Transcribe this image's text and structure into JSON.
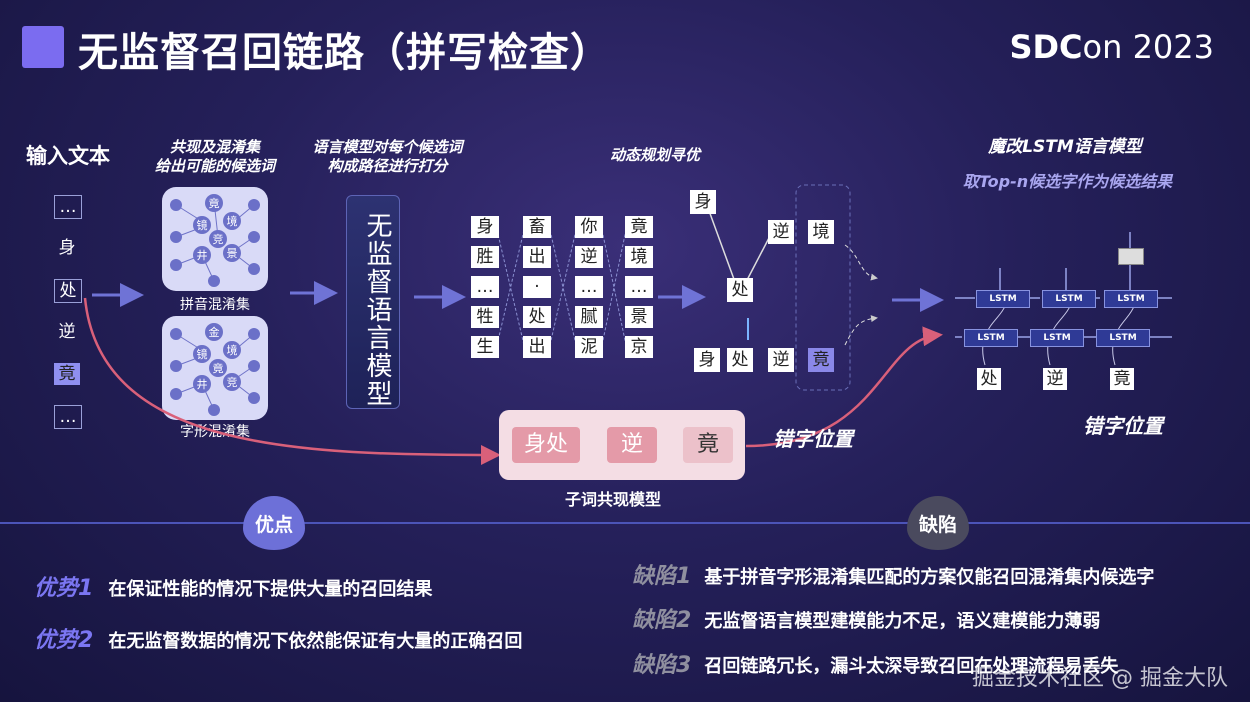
{
  "header": {
    "title": "无监督召回链路（拼写检查）",
    "conference_bold": "SDC",
    "conference_rest": "on 2023"
  },
  "input": {
    "label": "输入文本",
    "chars": [
      "…",
      "身",
      "处",
      "逆",
      "竟",
      "…"
    ]
  },
  "confusion": {
    "header_line1": "共现及混淆集",
    "header_line2": "给出可能的候选词",
    "pinyin_caption": "拼音混淆集",
    "glyph_caption": "字形混淆集",
    "pinyin_nodes": [
      "竟",
      "境",
      "镜",
      "竞",
      "井",
      "景"
    ],
    "glyph_nodes": [
      "金",
      "境",
      "镜",
      "竟",
      "井",
      "竞"
    ]
  },
  "language_model": {
    "header_line1": "语言模型对每个候选词",
    "header_line2": "构成路径进行打分",
    "box_text": "无监督语言模型"
  },
  "lattice": {
    "col1": [
      "身",
      "胜",
      "…",
      "牲",
      "生"
    ],
    "col2": [
      "畜",
      "出",
      "·",
      "处",
      "出"
    ],
    "col3": [
      "你",
      "逆",
      "…",
      "腻",
      "泥"
    ],
    "col4": [
      "竟",
      "境",
      "…",
      "景",
      "京"
    ]
  },
  "dp": {
    "header": "动态规划寻优",
    "top_path": [
      "身",
      "处",
      "逆",
      "境"
    ],
    "bottom_path": [
      "身",
      "处",
      "逆",
      "竟"
    ]
  },
  "lstm": {
    "header": "魔改LSTM语言模型",
    "subheader": "取Top-n候选字作为候选结果",
    "cell_label": "LSTM",
    "inputs": [
      "处",
      "逆",
      "竟"
    ],
    "position_label": "错字位置"
  },
  "subword": {
    "items": [
      "身处",
      "逆",
      "竟"
    ],
    "caption": "子词共现模型",
    "position_label": "错字位置"
  },
  "advantages": {
    "badge": "优点",
    "items": [
      {
        "key": "优势1",
        "text": "在保证性能的情况下提供大量的召回结果"
      },
      {
        "key": "优势2",
        "text": "在无监督数据的情况下依然能保证有大量的正确召回"
      }
    ]
  },
  "disadvantages": {
    "badge": "缺陷",
    "items": [
      {
        "key": "缺陷1",
        "text": "基于拼音字形混淆集匹配的方案仅能召回混淆集内候选字"
      },
      {
        "key": "缺陷2",
        "text": "无监督语言模型建模能力不足，语义建模能力薄弱"
      },
      {
        "key": "缺陷3",
        "text": "召回链路冗长，漏斗太深导致召回在处理流程易丢失"
      }
    ]
  },
  "watermark": "掘金技术社区 @ 掘金大队",
  "colors": {
    "accent": "#7b6cf0",
    "pink": "#e49aa8",
    "background": "#25205a"
  }
}
